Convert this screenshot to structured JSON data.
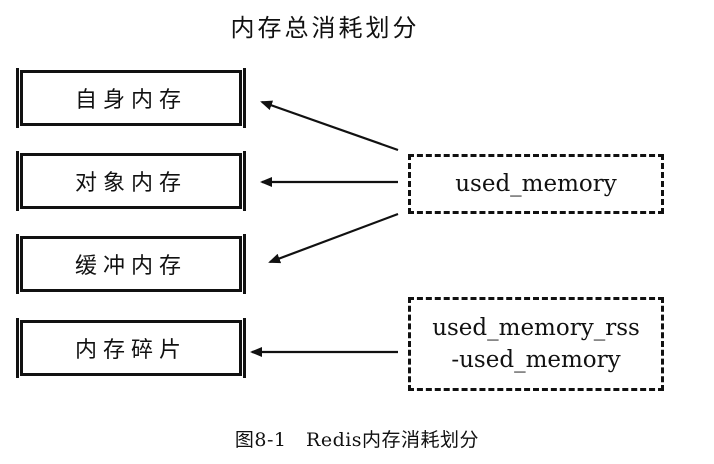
{
  "title": "内存总消耗划分",
  "components": [
    {
      "label": "自身内存"
    },
    {
      "label": "对象内存"
    },
    {
      "label": "缓冲内存"
    },
    {
      "label": "内存碎片"
    }
  ],
  "sources": [
    {
      "line1": "used_memory",
      "line2": ""
    },
    {
      "line1": "used_memory_rss",
      "line2": "-used_memory"
    }
  ],
  "caption": "图8-1　Redis内存消耗划分"
}
